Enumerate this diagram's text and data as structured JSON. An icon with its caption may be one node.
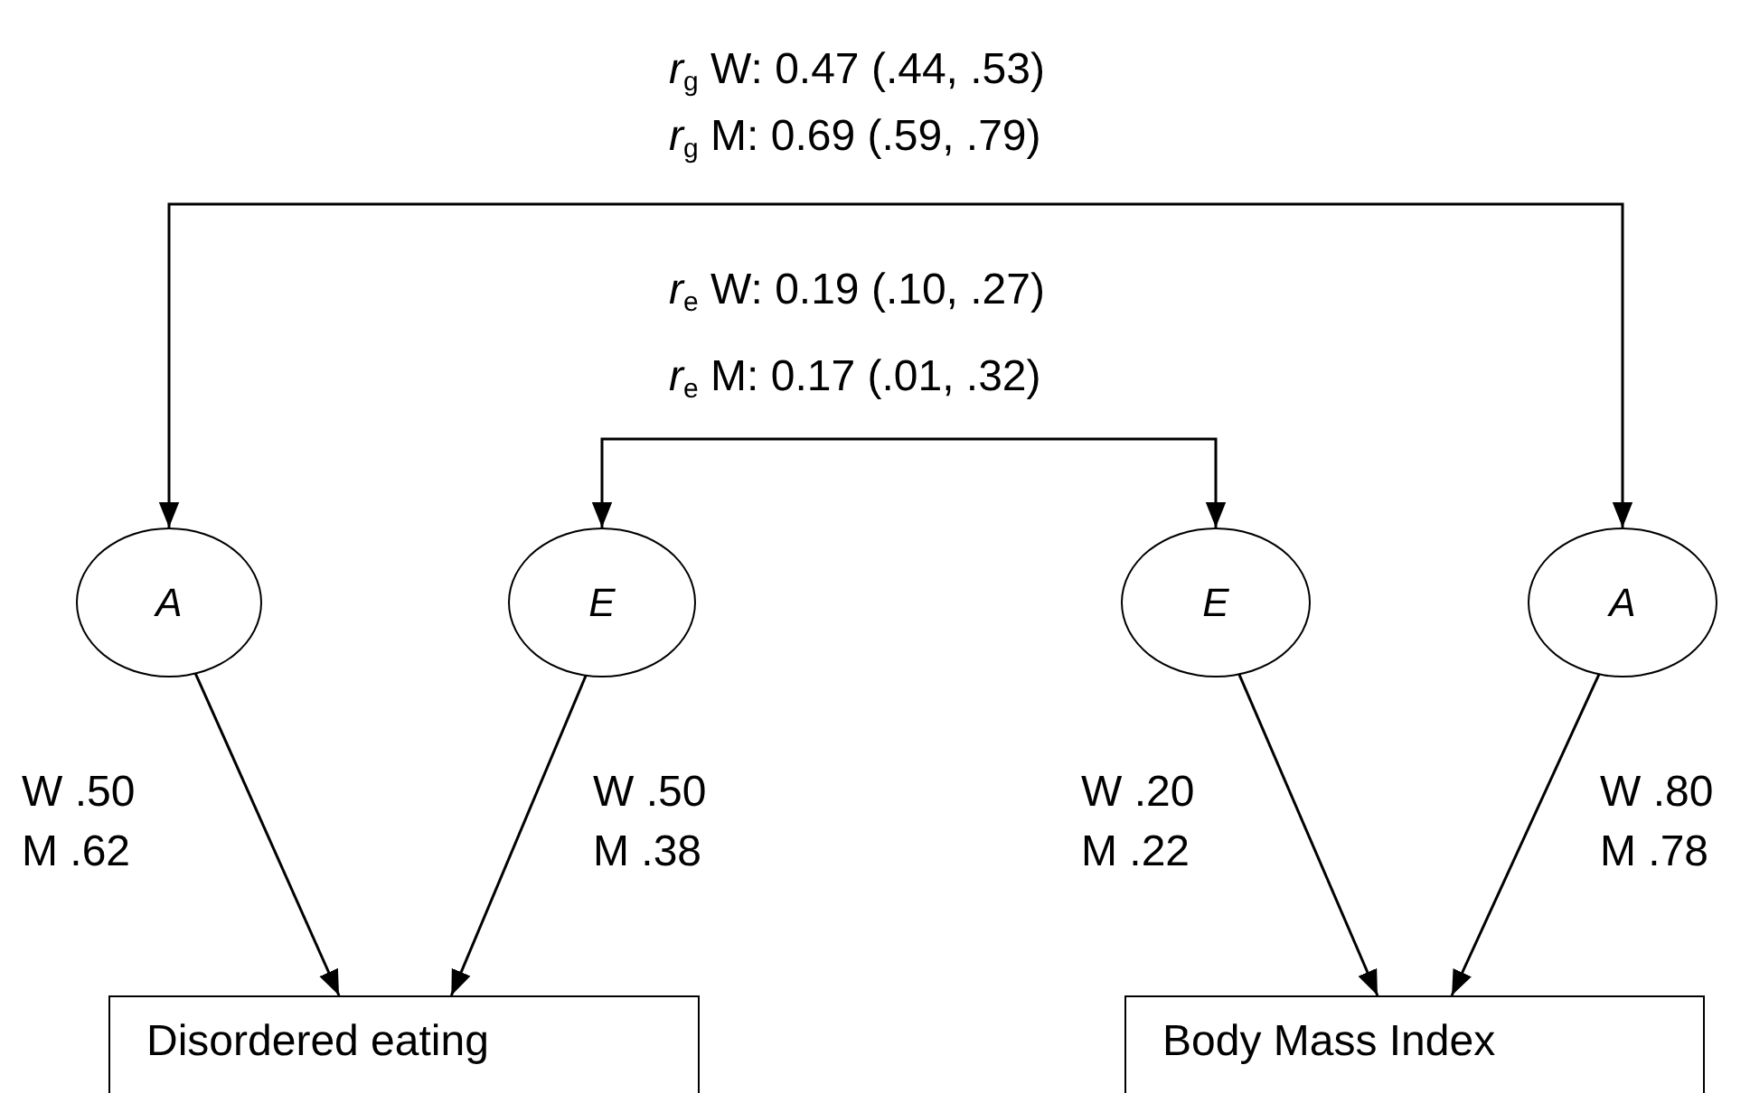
{
  "diagram": {
    "nodes": [
      {
        "text": [
          "A"
        ]
      },
      {
        "text": [
          "E"
        ]
      },
      {
        "text": [
          "E"
        ]
      },
      {
        "text": [
          "A"
        ]
      },
      {
        "text": [
          "Disordered eating"
        ]
      },
      {
        "text": [
          "Body Mass Index"
        ]
      }
    ],
    "edges": [
      {
        "from": 0,
        "to": 3,
        "arrow": "both"
      },
      {
        "from": 1,
        "to": 2,
        "arrow": "both"
      },
      {
        "from": 0,
        "to": 4,
        "arrow": "to",
        "label": "W .50 M .62"
      },
      {
        "from": 1,
        "to": 4,
        "arrow": "to",
        "label": "W .50 M .38"
      },
      {
        "from": 2,
        "to": 5,
        "arrow": "to",
        "label": "W .20 M .22"
      },
      {
        "from": 3,
        "to": 5,
        "arrow": "to",
        "label": "W .80 M .78"
      }
    ],
    "labels": [
      "*r*$_{g}$ W: 0.47 (.44, .53)",
      "*r*$_{g}$ M: 0.69 (.59, .79)",
      "*r*$_{e}$ W: 0.19 (.10, .27)",
      "*r*$_{e}$ M: 0.17 (.01, .32)"
    ]
  }
}
